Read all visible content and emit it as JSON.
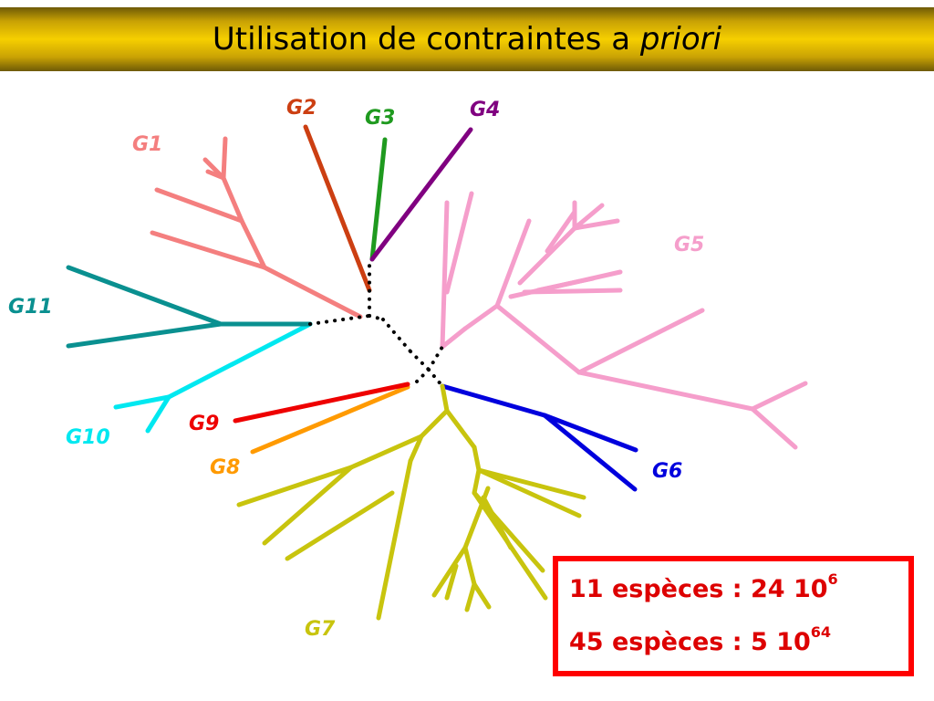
{
  "title": {
    "main": "Utilisation de contraintes a ",
    "italic": "priori"
  },
  "groups": [
    {
      "id": "g1",
      "label": "G1",
      "color": "#f47f7f"
    },
    {
      "id": "g2",
      "label": "G2",
      "color": "#cc3f12"
    },
    {
      "id": "g3",
      "label": "G3",
      "color": "#1f9a1f"
    },
    {
      "id": "g4",
      "label": "G4",
      "color": "#800080"
    },
    {
      "id": "g5",
      "label": "G5",
      "color": "#f59ecb"
    },
    {
      "id": "g6",
      "label": "G6",
      "color": "#0000dd"
    },
    {
      "id": "g7",
      "label": "G7",
      "color": "#c8c40e"
    },
    {
      "id": "g8",
      "label": "G8",
      "color": "#ff9a00"
    },
    {
      "id": "g9",
      "label": "G9",
      "color": "#ee0000"
    },
    {
      "id": "g10",
      "label": "G10",
      "color": "#00e8f0"
    },
    {
      "id": "g11",
      "label": "G11",
      "color": "#0a9090"
    }
  ],
  "info": {
    "line1": {
      "text": "11 espèces : 24 10",
      "exp": "6"
    },
    "line2": {
      "text": "45 espèces : 5 10",
      "exp": "64"
    }
  },
  "colors": {
    "info_border": "#ff0000",
    "info_text": "#dd0000",
    "connector": "#000000"
  }
}
